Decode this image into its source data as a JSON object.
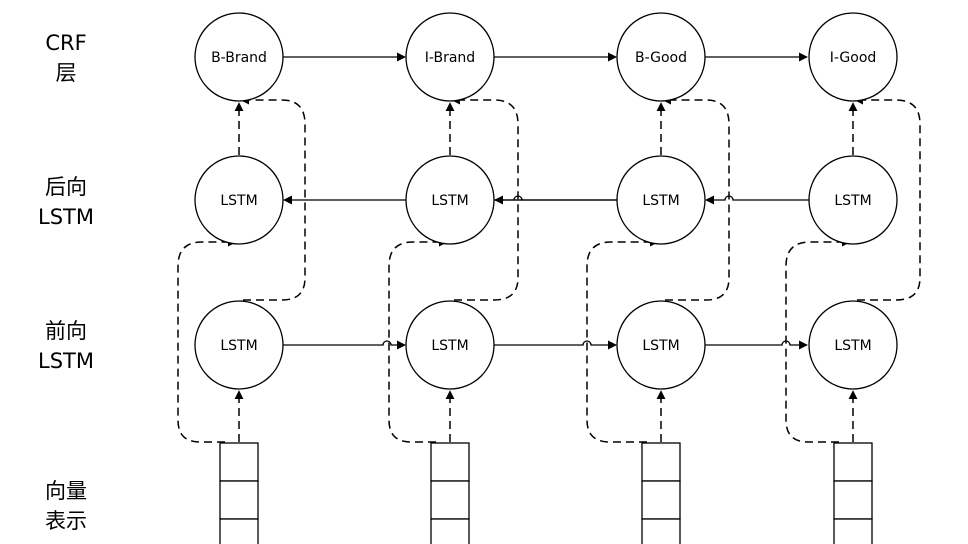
{
  "row_labels": {
    "crf": [
      "CRF",
      "层"
    ],
    "backward": [
      "后向",
      "LSTM"
    ],
    "forward": [
      "前向",
      "LSTM"
    ],
    "embedding": [
      "向量",
      "表示"
    ]
  },
  "crf_tags": [
    "B-Brand",
    "I-Brand",
    "B-Good",
    "I-Good"
  ],
  "lstm_label": "LSTM",
  "columns": 4
}
